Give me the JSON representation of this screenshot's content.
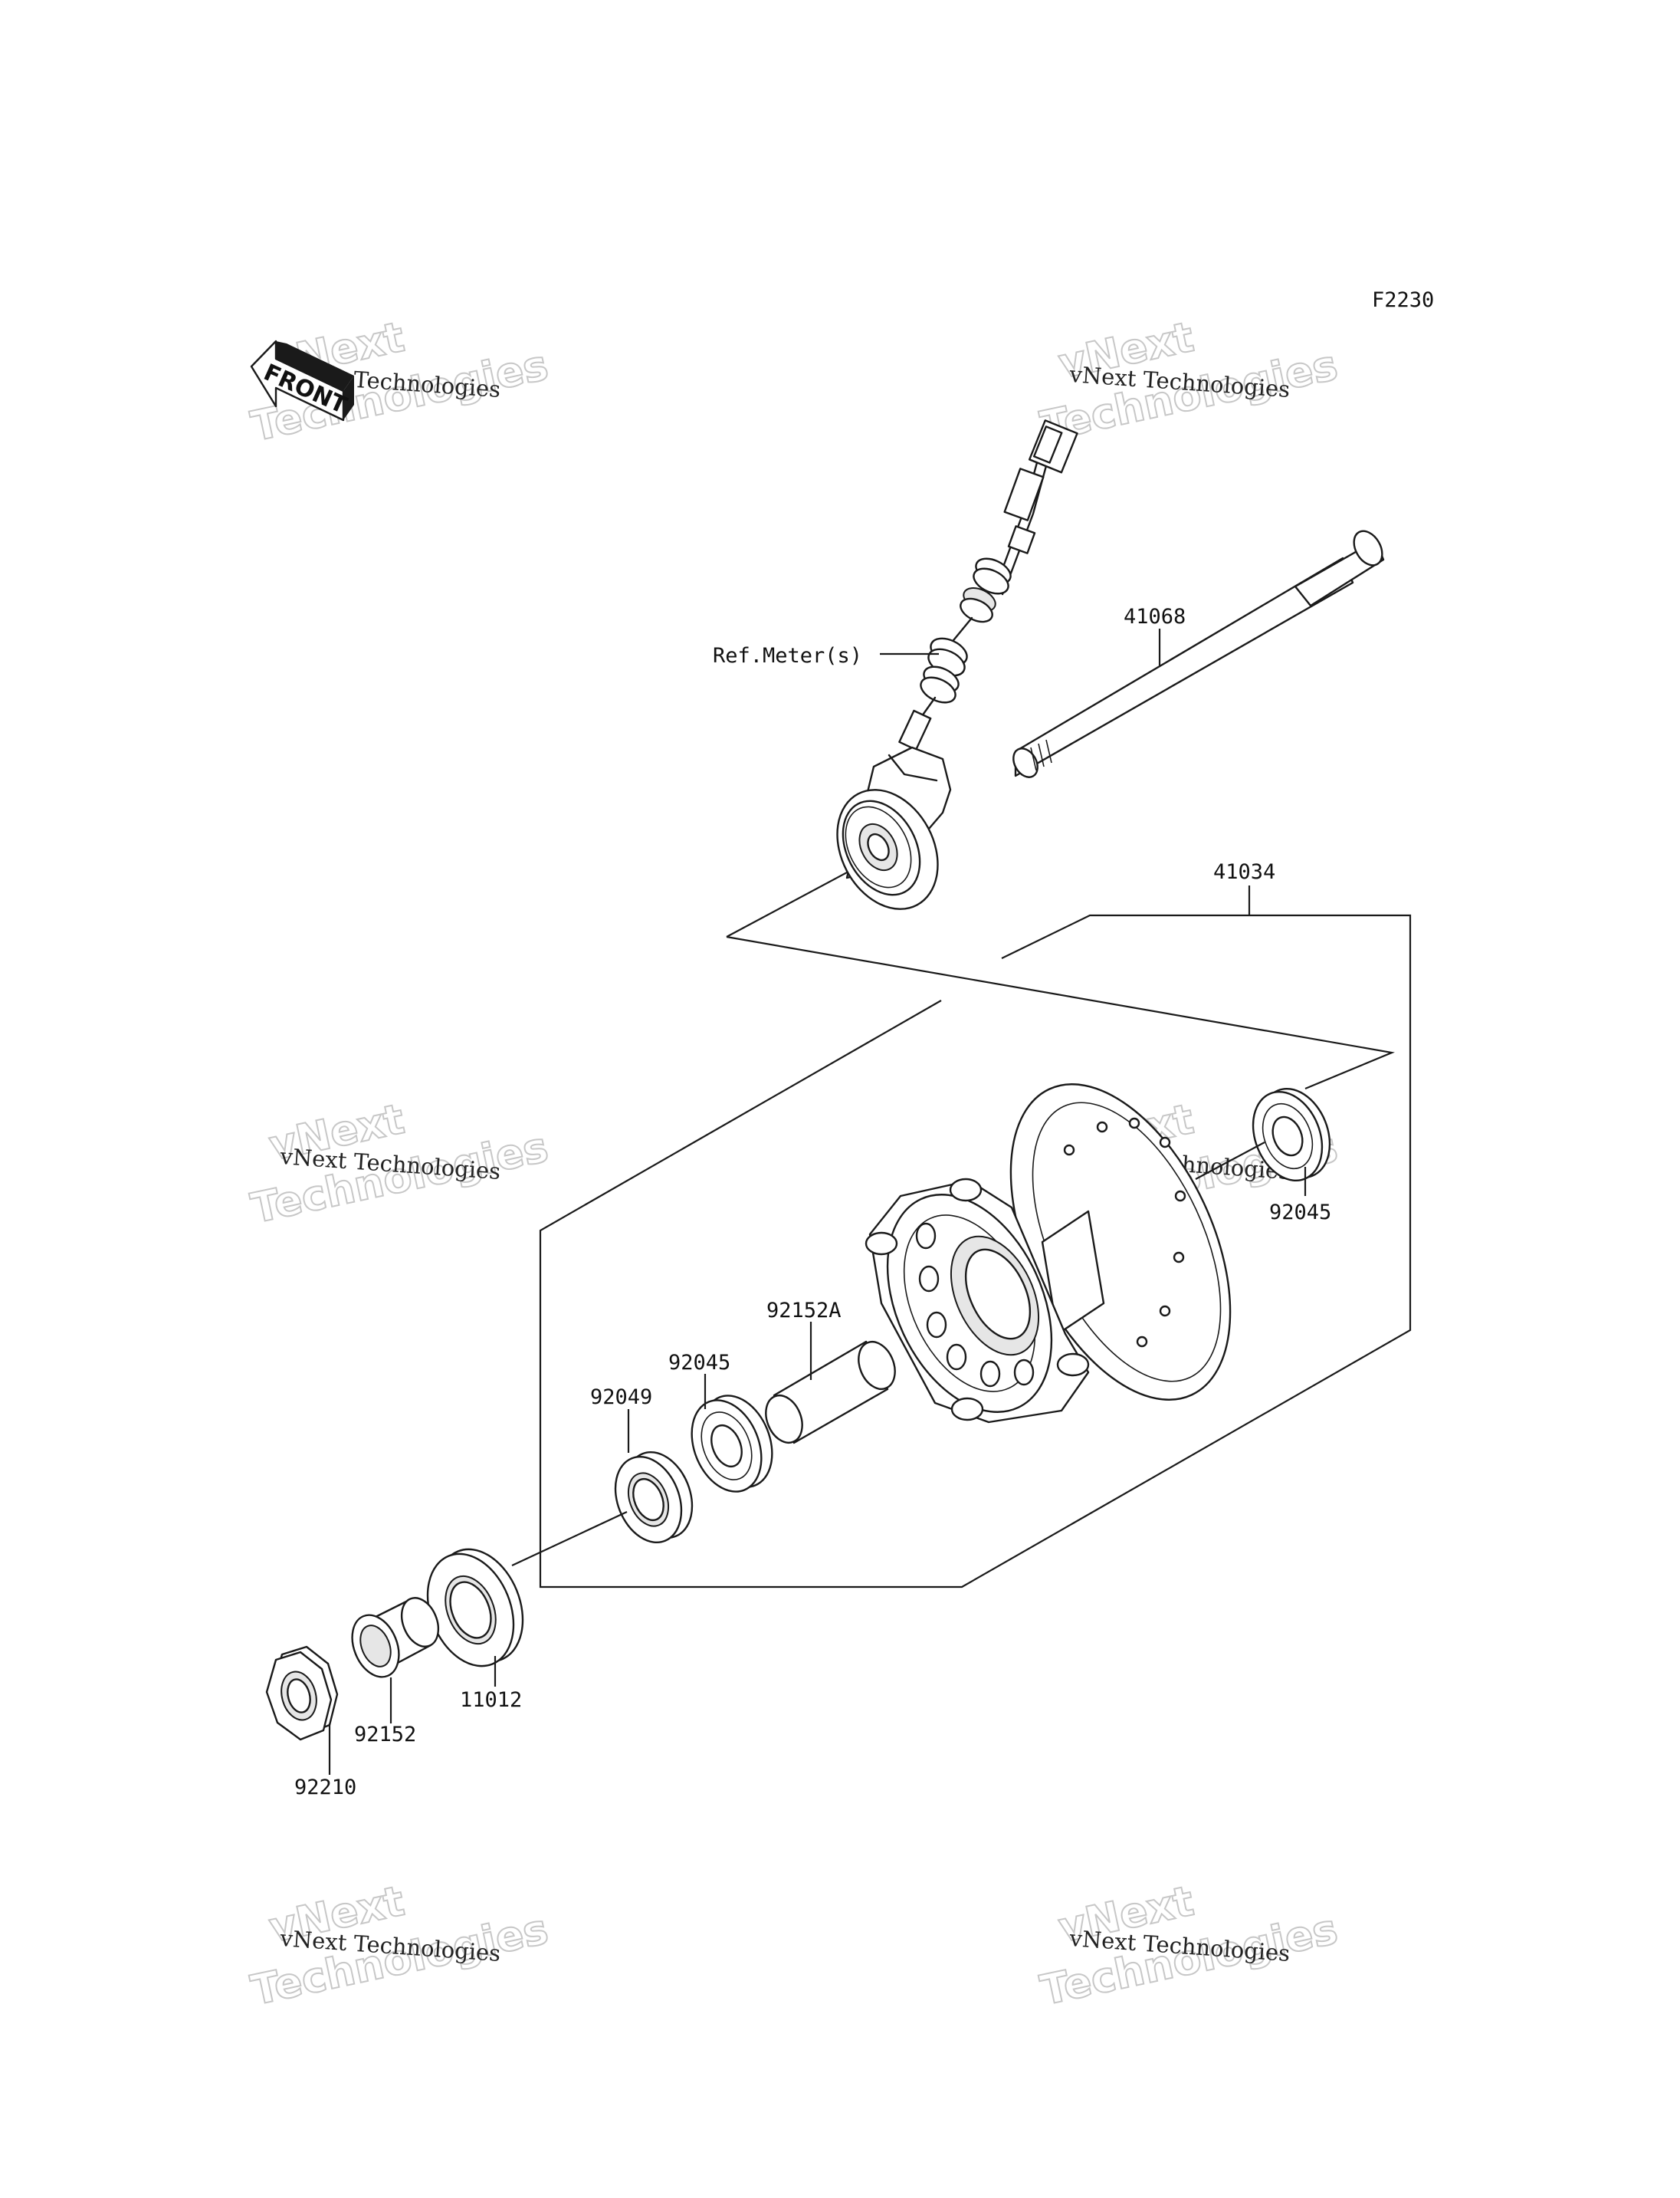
{
  "diagram_code": "F2230",
  "front_label": "FRONT",
  "ref_label": "Ref.Meter(s)",
  "parts": [
    {
      "id": "p41068",
      "number": "41068"
    },
    {
      "id": "p41034",
      "number": "41034"
    },
    {
      "id": "p92045a",
      "number": "92045"
    },
    {
      "id": "p92152a",
      "number": "92152A"
    },
    {
      "id": "p92045b",
      "number": "92045"
    },
    {
      "id": "p92049",
      "number": "92049"
    },
    {
      "id": "p11012",
      "number": "11012"
    },
    {
      "id": "p92152",
      "number": "92152"
    },
    {
      "id": "p92210",
      "number": "92210"
    }
  ],
  "watermark": {
    "big_line1": "vNext",
    "big_line2": "Technologies",
    "small": "vNext Technologies"
  }
}
